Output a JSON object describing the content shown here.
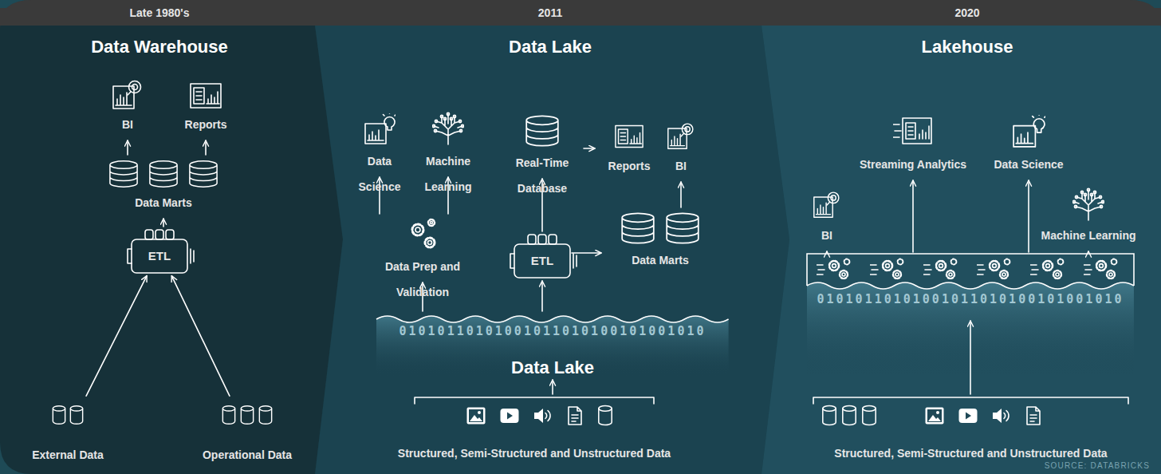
{
  "diagram": {
    "nodes": [
      {
        "text": [
          "Late 1980's",
          "Data Warehouse"
        ]
      },
      {
        "text": [
          "BI"
        ],
        "in": 0
      },
      {
        "text": [
          "Reports"
        ],
        "in": 0
      },
      {
        "text": [
          "Data Marts"
        ],
        "in": 0
      },
      {
        "text": [
          "ETL"
        ],
        "in": 0
      },
      {
        "text": [
          "External Data"
        ],
        "in": 0
      },
      {
        "text": [
          "Operational Data"
        ],
        "in": 0
      },
      {
        "text": [
          "2011",
          "Data Lake"
        ]
      },
      {
        "text": [
          "Data Science"
        ],
        "in": 7
      },
      {
        "text": [
          "Machine Learning"
        ],
        "in": 7
      },
      {
        "text": [
          "Real-Time Database"
        ],
        "in": 7
      },
      {
        "text": [
          "Reports"
        ],
        "in": 7
      },
      {
        "text": [
          "BI"
        ],
        "in": 7
      },
      {
        "text": [
          "Data Prep and Validation"
        ],
        "in": 7
      },
      {
        "text": [
          "ETL"
        ],
        "in": 7
      },
      {
        "text": [
          "Data Marts"
        ],
        "in": 7
      },
      {
        "text": [
          "01010110101001011010100101001010",
          "Data Lake"
        ],
        "in": 7
      },
      {
        "text": [
          "Structured, Semi-Structured and Unstructured Data"
        ],
        "in": 7
      },
      {
        "text": [
          "2020",
          "Lakehouse"
        ]
      },
      {
        "text": [
          "Streaming Analytics"
        ],
        "in": 18
      },
      {
        "text": [
          "Data Science"
        ],
        "in": 18
      },
      {
        "text": [
          "BI"
        ],
        "in": 18
      },
      {
        "text": [
          "Machine Learning"
        ],
        "in": 18
      },
      {
        "text": [
          "01010110101001011010100101001010"
        ],
        "in": 18
      },
      {
        "text": [
          "Structured, Semi-Structured and Unstructured Data"
        ],
        "in": 18
      }
    ],
    "edges": [
      {
        "from": 5,
        "to": 4,
        "arrow": "to"
      },
      {
        "from": 6,
        "to": 4,
        "arrow": "to"
      },
      {
        "from": 4,
        "to": 3,
        "arrow": "to"
      },
      {
        "from": 3,
        "to": 1,
        "arrow": "to"
      },
      {
        "from": 3,
        "to": 2,
        "arrow": "to"
      },
      {
        "from": 17,
        "to": 16,
        "arrow": "to"
      },
      {
        "from": 16,
        "to": 13,
        "arrow": "to"
      },
      {
        "from": 16,
        "to": 14,
        "arrow": "to"
      },
      {
        "from": 13,
        "to": 8,
        "arrow": "to"
      },
      {
        "from": 13,
        "to": 9,
        "arrow": "to"
      },
      {
        "from": 14,
        "to": 10,
        "arrow": "to"
      },
      {
        "from": 14,
        "to": 15,
        "arrow": "to"
      },
      {
        "from": 10,
        "to": 11,
        "arrow": "to"
      },
      {
        "from": 15,
        "to": 12,
        "arrow": "to"
      },
      {
        "from": 24,
        "to": 23,
        "arrow": "to"
      },
      {
        "from": 23,
        "to": 21,
        "arrow": "to"
      },
      {
        "from": 23,
        "to": 19,
        "arrow": "to"
      },
      {
        "from": 23,
        "to": 20,
        "arrow": "to"
      },
      {
        "from": 23,
        "to": 22,
        "arrow": "to"
      }
    ],
    "labels": [
      "SOURCE: DATABRICKS"
    ]
  }
}
